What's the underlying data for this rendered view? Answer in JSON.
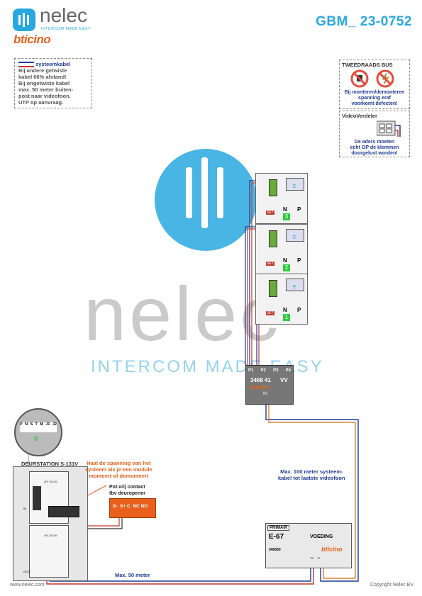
{
  "header": {
    "brand_name": "nelec",
    "brand_tagline": "INTERCOM MADE EASY",
    "partner_brand": "bticino",
    "doc_code": "GBM_ 23-0752"
  },
  "watermark": {
    "word": "nelec",
    "tagline": "INTERCOM MADE EASY"
  },
  "note_systemkabel": {
    "legend": "systeemkabel",
    "lines": [
      "Bij andere getwiste",
      "kabel 66% afstand!",
      "Bij ongetwiste kabel",
      "max. 50 meter buiten-",
      "post naar videofoon.",
      "UTP op aanvraag."
    ]
  },
  "warning_tweedraads": {
    "title": "TWEEDRAADS BUS",
    "lines": [
      "Bij monteren/demonteren",
      "spanning eraf",
      "voorkomt defecten!"
    ]
  },
  "warning_videoverdeler": {
    "title": "VideoVerdeler",
    "lines": [
      "De aders moeten",
      "echt OP de klemmen",
      "doorgelust worden!"
    ]
  },
  "monitors": [
    {
      "screen": "E",
      "terminals": "N",
      "terminal_p": "P",
      "address": "3",
      "badge": "SET"
    },
    {
      "screen": "E",
      "terminals": "N",
      "terminal_p": "P",
      "address": "2",
      "badge": "SET"
    },
    {
      "screen": "E",
      "terminals": "N",
      "terminal_p": "P",
      "address": "1",
      "badge": "SET"
    }
  ],
  "distributor": {
    "ports": [
      "P1",
      "P2",
      "P3",
      "P4"
    ],
    "model": "3468 41",
    "suffix": "VV",
    "brand": "bticino",
    "input": "IN"
  },
  "terminal_zoom": {
    "labels": [
      "P",
      "N",
      "S",
      "T",
      "M",
      "J1",
      "J2"
    ],
    "value": "0"
  },
  "door_station": {
    "title": "DEURSTATION S-131V",
    "module_code_top": "ART.351100",
    "module_code_bottom": "ART.352300",
    "in_label": "IN",
    "out_label": "OUT"
  },
  "note_spanning": {
    "lines": [
      "Haal de spanning van het",
      "systeem als je een module",
      "monteert of demonteert"
    ]
  },
  "relay": {
    "title_lines": [
      "Pot.vrij contact",
      "tbv deuropener"
    ],
    "terminals": "S-  S+ C  NC NO"
  },
  "cable_notes": {
    "max_100": [
      "Max. 100 meter systeem-",
      "kabel tot laatste videofoon"
    ],
    "max_50": "Max. 50 meter"
  },
  "power_supply": {
    "primary": "PRIMAIR",
    "model": "E-67",
    "label": "VOEDING",
    "code": "346050",
    "brand": "bticino",
    "outputs": "TK     PI"
  },
  "footer": {
    "website": "www.nelec.com",
    "copyright": "Copyright Nelec BV"
  },
  "colors": {
    "accent_blue": "#29a8e0",
    "cable_blue": "#1f3a93",
    "cable_red": "#c0392b",
    "cable_orange": "#d9822b",
    "terminal_green": "#2ecc40",
    "warning_orange": "#e8601c"
  }
}
